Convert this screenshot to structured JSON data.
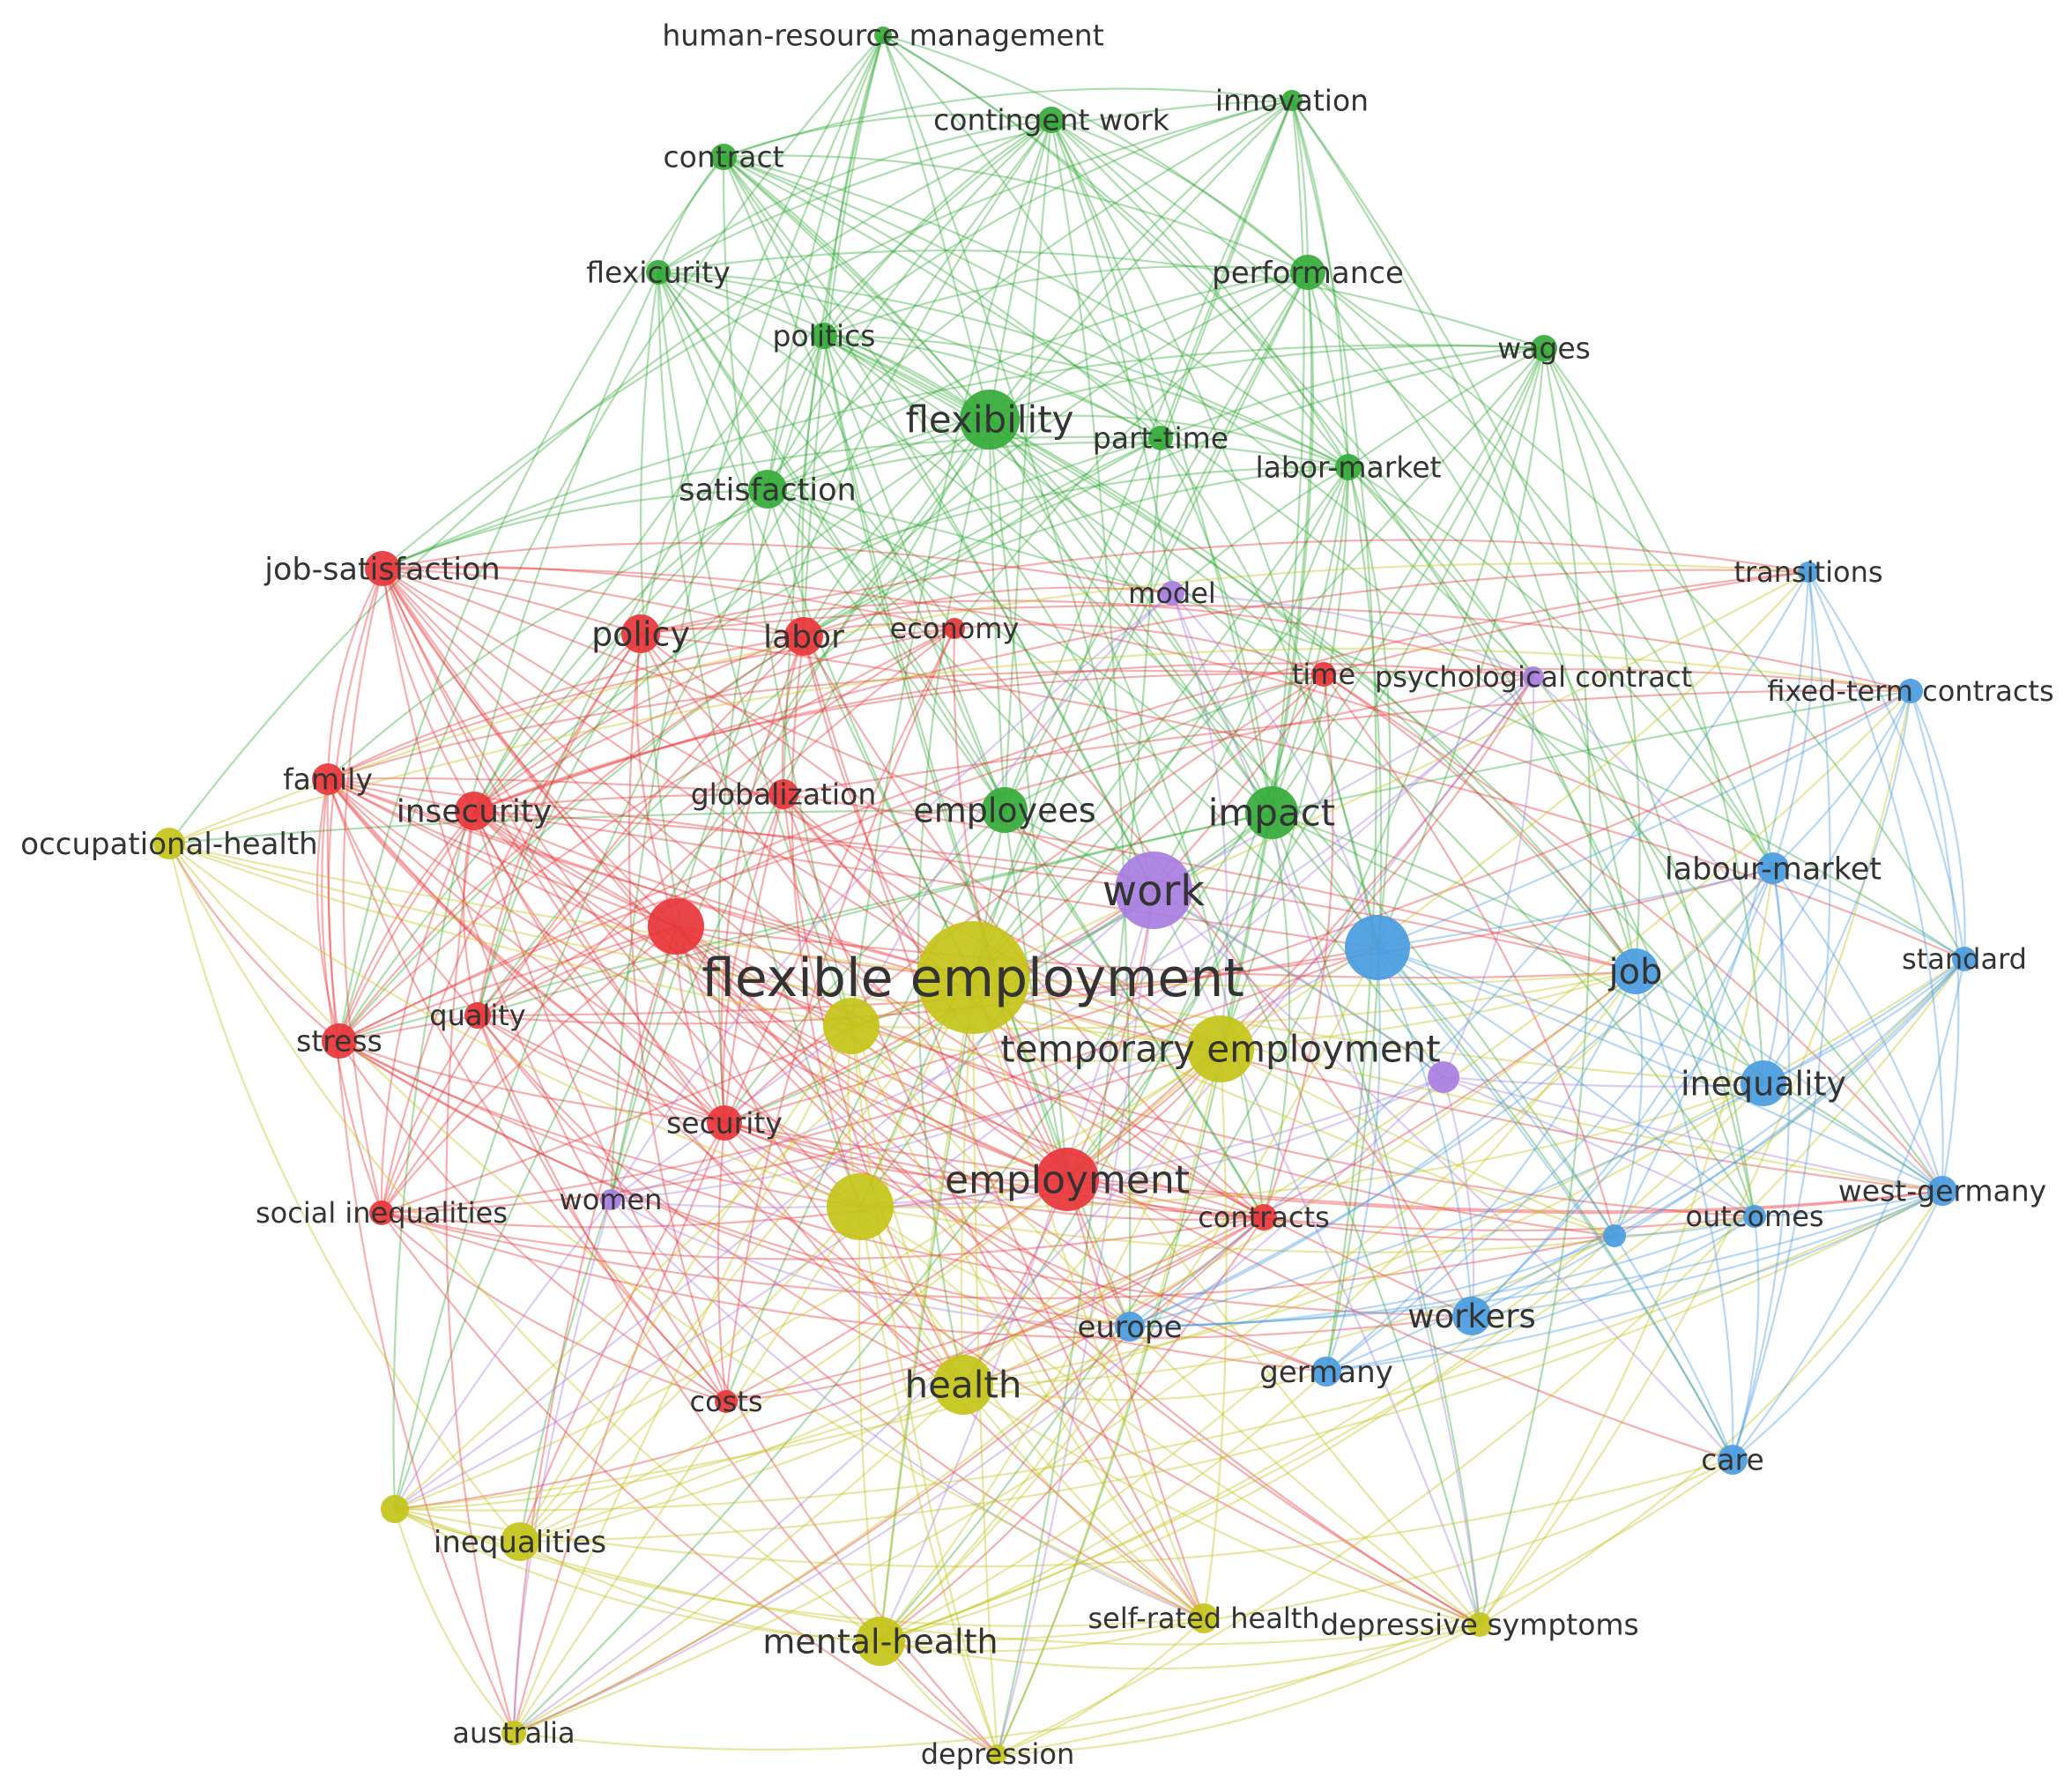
{
  "clusters": {
    "red": "#e8363a",
    "green": "#35ab3a",
    "blue": "#4a9ce0",
    "yellow": "#c4c41a",
    "purple": "#a77ee0"
  },
  "nodes": [
    {
      "id": "human-resource-management",
      "label": "human-resource management",
      "cluster": "green",
      "weight": 1
    },
    {
      "id": "innovation",
      "label": "innovation",
      "cluster": "green",
      "weight": 1
    },
    {
      "id": "contingent-work",
      "label": "contingent work",
      "cluster": "green",
      "weight": 2
    },
    {
      "id": "contract",
      "label": "contract",
      "cluster": "green",
      "weight": 2
    },
    {
      "id": "flexicurity",
      "label": "flexicurity",
      "cluster": "green",
      "weight": 2
    },
    {
      "id": "performance",
      "label": "performance",
      "cluster": "green",
      "weight": 3
    },
    {
      "id": "politics",
      "label": "politics",
      "cluster": "green",
      "weight": 2
    },
    {
      "id": "wages",
      "label": "wages",
      "cluster": "green",
      "weight": 2
    },
    {
      "id": "flexibility",
      "label": "flexibility",
      "cluster": "green",
      "weight": 5
    },
    {
      "id": "part-time",
      "label": "part-time",
      "cluster": "green",
      "weight": 2
    },
    {
      "id": "labor-market",
      "label": "labor-market",
      "cluster": "green",
      "weight": 2
    },
    {
      "id": "satisfaction",
      "label": "satisfaction",
      "cluster": "green",
      "weight": 3
    },
    {
      "id": "employees",
      "label": "employees",
      "cluster": "green",
      "weight": 4
    },
    {
      "id": "impact",
      "label": "impact",
      "cluster": "green",
      "weight": 5
    },
    {
      "id": "job-satisfaction",
      "label": "job-satisfaction",
      "cluster": "red",
      "weight": 3
    },
    {
      "id": "policy",
      "label": "policy",
      "cluster": "red",
      "weight": 3
    },
    {
      "id": "labor",
      "label": "labor",
      "cluster": "red",
      "weight": 3
    },
    {
      "id": "economy",
      "label": "economy",
      "cluster": "red",
      "weight": 1
    },
    {
      "id": "time",
      "label": "time",
      "cluster": "red",
      "weight": 2
    },
    {
      "id": "family",
      "label": "family",
      "cluster": "red",
      "weight": 2
    },
    {
      "id": "insecurity",
      "label": "insecurity",
      "cluster": "red",
      "weight": 3
    },
    {
      "id": "globalization",
      "label": "globalization",
      "cluster": "red",
      "weight": 2
    },
    {
      "id": "red-hub",
      "label": "",
      "cluster": "red",
      "weight": 5
    },
    {
      "id": "stress",
      "label": "stress",
      "cluster": "red",
      "weight": 3
    },
    {
      "id": "quality",
      "label": "quality",
      "cluster": "red",
      "weight": 2
    },
    {
      "id": "security",
      "label": "security",
      "cluster": "red",
      "weight": 2
    },
    {
      "id": "social-inequalities",
      "label": "social inequalities",
      "cluster": "red",
      "weight": 1
    },
    {
      "id": "employment",
      "label": "employment",
      "cluster": "red",
      "weight": 6
    },
    {
      "id": "contracts",
      "label": "contracts",
      "cluster": "red",
      "weight": 2
    },
    {
      "id": "costs",
      "label": "costs",
      "cluster": "red",
      "weight": 1
    },
    {
      "id": "model",
      "label": "model",
      "cluster": "purple",
      "weight": 1
    },
    {
      "id": "psychological-contract",
      "label": "psychological contract",
      "cluster": "purple",
      "weight": 1
    },
    {
      "id": "work",
      "label": "work",
      "cluster": "purple",
      "weight": 7
    },
    {
      "id": "women",
      "label": "women",
      "cluster": "purple",
      "weight": 1
    },
    {
      "id": "purple-hub",
      "label": "",
      "cluster": "purple",
      "weight": 2
    },
    {
      "id": "occupational-health",
      "label": "occupational-health",
      "cluster": "yellow",
      "weight": 2
    },
    {
      "id": "flexible-employment",
      "label": "flexible employment",
      "cluster": "yellow",
      "weight": 10
    },
    {
      "id": "yellow-hub-a",
      "label": "",
      "cluster": "yellow",
      "weight": 5
    },
    {
      "id": "temporary-employment",
      "label": "temporary employment",
      "cluster": "yellow",
      "weight": 6
    },
    {
      "id": "yellow-hub-b",
      "label": "",
      "cluster": "yellow",
      "weight": 6
    },
    {
      "id": "health",
      "label": "health",
      "cluster": "yellow",
      "weight": 5
    },
    {
      "id": "yellow-small",
      "label": "",
      "cluster": "yellow",
      "weight": 1
    },
    {
      "id": "inequalities",
      "label": "inequalities",
      "cluster": "yellow",
      "weight": 3
    },
    {
      "id": "mental-health",
      "label": "mental-health",
      "cluster": "yellow",
      "weight": 4
    },
    {
      "id": "self-rated-health",
      "label": "self-rated health",
      "cluster": "yellow",
      "weight": 2
    },
    {
      "id": "depressive-symptoms",
      "label": "depressive symptoms",
      "cluster": "yellow",
      "weight": 2
    },
    {
      "id": "australia",
      "label": "australia",
      "cluster": "yellow",
      "weight": 1
    },
    {
      "id": "depression",
      "label": "depression",
      "cluster": "yellow",
      "weight": 1
    },
    {
      "id": "transitions",
      "label": "transitions",
      "cluster": "blue",
      "weight": 1
    },
    {
      "id": "fixed-term-contracts",
      "label": "fixed-term contracts",
      "cluster": "blue",
      "weight": 1
    },
    {
      "id": "labour-market",
      "label": "labour-market",
      "cluster": "blue",
      "weight": 2
    },
    {
      "id": "blue-hub",
      "label": "",
      "cluster": "blue",
      "weight": 6
    },
    {
      "id": "job",
      "label": "job",
      "cluster": "blue",
      "weight": 4
    },
    {
      "id": "standard",
      "label": "standard",
      "cluster": "blue",
      "weight": 1
    },
    {
      "id": "inequality",
      "label": "inequality",
      "cluster": "blue",
      "weight": 4
    },
    {
      "id": "west-germany",
      "label": "west-germany",
      "cluster": "blue",
      "weight": 2
    },
    {
      "id": "outcomes",
      "label": "outcomes",
      "cluster": "blue",
      "weight": 1
    },
    {
      "id": "blue-small",
      "label": "",
      "cluster": "blue",
      "weight": 1
    },
    {
      "id": "workers",
      "label": "workers",
      "cluster": "blue",
      "weight": 3
    },
    {
      "id": "europe",
      "label": "europe",
      "cluster": "blue",
      "weight": 2
    },
    {
      "id": "germany",
      "label": "germany",
      "cluster": "blue",
      "weight": 2
    },
    {
      "id": "care",
      "label": "care",
      "cluster": "blue",
      "weight": 2
    }
  ]
}
